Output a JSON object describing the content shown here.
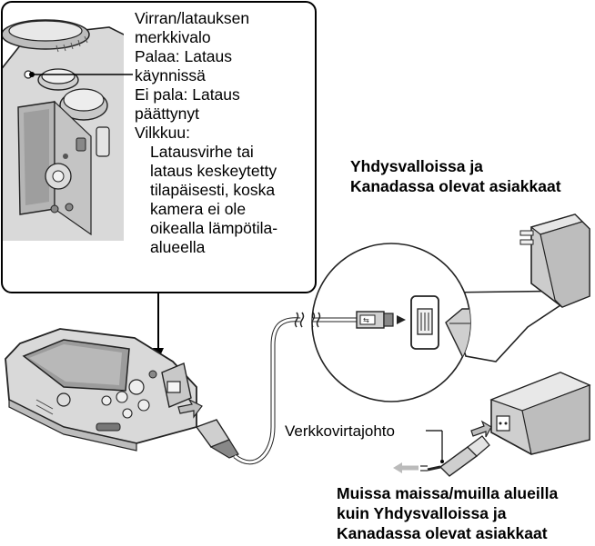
{
  "callout": {
    "title_line1": "Virran/latauksen",
    "title_line2": "merkkivalo",
    "on_line1": "Palaa: Lataus",
    "on_line2": "käynnissä",
    "off_line1": "Ei pala: Lataus",
    "off_line2": "päättynyt",
    "blink_label": "Vilkkuu:",
    "blink_lines": [
      "Latausvirhe tai",
      "lataus keskeytetty",
      "tilapäisesti, koska",
      "kamera ei ole",
      "oikealla lämpötila-",
      "alueella"
    ]
  },
  "us_customers": {
    "line1": "Yhdysvalloissa ja",
    "line2": "Kanadassa olevat asiakkaat"
  },
  "power_cord_label": "Verkkovirtajohto",
  "other_customers": {
    "line1": "Muissa maissa/muilla alueilla",
    "line2": "kuin Yhdysvalloissa ja",
    "line3": "Kanadassa olevat asiakkaat"
  }
}
